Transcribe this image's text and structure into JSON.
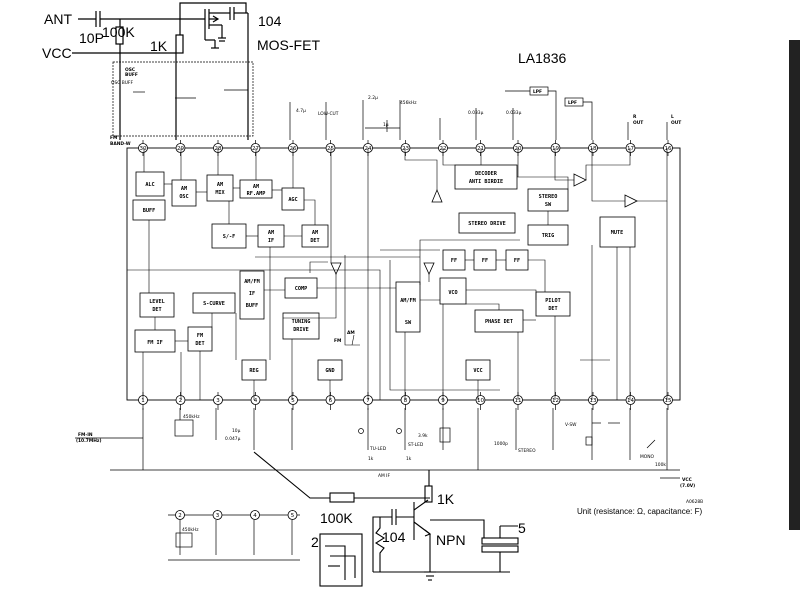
{
  "annotations": {
    "ant": "ANT",
    "cap_10p": "10P",
    "res_100k_top": "100K",
    "res_1k_top": "1K",
    "vcc": "VCC",
    "cap_104_top": "104",
    "mosfet": "MOS-FET",
    "chip": "LA1836",
    "res_100k_bottom": "100K",
    "res_1k_bottom": "1K",
    "cap_104_bottom": "104",
    "npn": "NPN",
    "label_2": "2",
    "label_5": "5",
    "unit_note": "Unit (resistance: Ω, capacitance: F)"
  },
  "blocks": {
    "alc": "ALC",
    "am_osc": "AM",
    "am_osc2": "OSC",
    "buff": "BUFF",
    "am_mix": "AM",
    "am_mix2": "MIX",
    "am_rfamp": "AM",
    "am_rfamp2": "RF.AMP",
    "agc": "AGC",
    "sd": "S/-F",
    "am_if": "AM",
    "am_if2": "IF",
    "am_det": "AM",
    "am_det2": "DET",
    "decoder": "DECODER",
    "decoder2": "ANTI BIRDIE",
    "stereo_sw": "STEREO",
    "stereo_sw2": "SW",
    "stereo_drive": "STEREO DRIVE",
    "trig": "TRIG",
    "mute": "MUTE",
    "ff1": "FF",
    "ff2": "FF",
    "ff3": "FF",
    "amfm_if": "AM/FM",
    "amfm_if2": "IF",
    "amfm_if3": "BUFF",
    "comp": "COMP",
    "level_det": "LEVEL",
    "level_det2": "DET",
    "s_curve": "S-CURVE",
    "tuning": "TUNING",
    "tuning2": "DRIVE",
    "amfm_sw": "AM/FM",
    "amfm_sw2": "SW",
    "vco": "VCO",
    "phase_det": "PHASE DET",
    "pilot": "PILOT",
    "pilot2": "DET",
    "fm_if": "FM IF",
    "fm_det": "FM",
    "fm_det2": "DET",
    "reg": "REG",
    "gnd": "GND",
    "vcc_blk": "VCC",
    "osc_buff": "OSC",
    "osc_buff2": "BUFF",
    "fm_sw": "FM",
    "band_sw": "BAND-W",
    "lpf1": "LPF",
    "lpf2": "LPF",
    "r_out": "R",
    "r_out2": "OUT",
    "l_out": "L",
    "l_out2": "OUT",
    "fm_in": "FM-IN",
    "fm_in2": "(10.7MHz)",
    "vcc_note": "VCC",
    "vcc_note2": "(7.0V)",
    "am_label": "AM",
    "fm_label": "FM"
  },
  "pins_top": [
    "30",
    "29",
    "28",
    "27",
    "26",
    "25",
    "24",
    "23",
    "22",
    "21",
    "20",
    "19",
    "18",
    "17",
    "16"
  ],
  "pins_bottom": [
    "1",
    "2",
    "3",
    "4",
    "5",
    "6",
    "7",
    "8",
    "9",
    "10",
    "11",
    "12",
    "13",
    "14",
    "15"
  ],
  "pins_sub": [
    "2",
    "3",
    "4",
    "5"
  ],
  "parts": {
    "c1000p": "1000p",
    "c47u": "4.7μ",
    "c10u": "10μ",
    "c0047": "0.047μ",
    "c0033a": "0.033μ",
    "c0033b": "0.033μ",
    "c22u": "2.2μ",
    "c1u": "1μ",
    "f450a": "450kHz",
    "f450b": "450kHz",
    "lowcut": "LOW-CUT",
    "tu_led": "TU-LED",
    "st_led": "ST-LED",
    "r3_9k": "3.9k",
    "r1k_a": "1k",
    "r1k_b": "1k",
    "r100k": "100k",
    "am_if_s": "AM IF",
    "x456": "456kHz",
    "vsw": "V-SW",
    "mono": "MONO",
    "stereo": "STEREO",
    "oscbuf": "OSC BUFF",
    "code": "A0628B"
  }
}
